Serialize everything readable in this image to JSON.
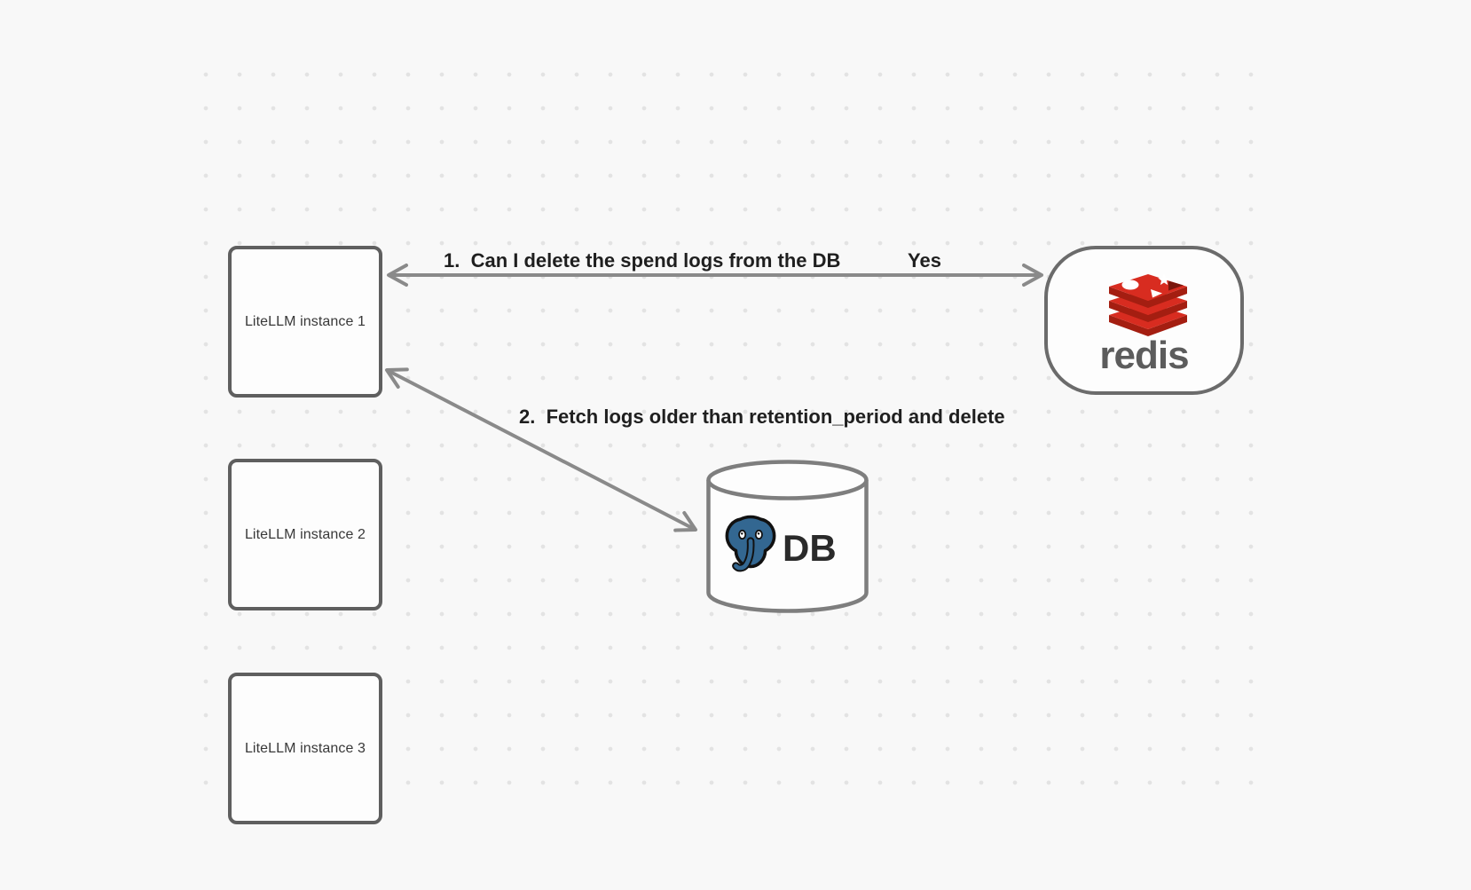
{
  "diagram": {
    "instances": [
      {
        "label": "LiteLLM instance 1"
      },
      {
        "label": "LiteLLM instance 2"
      },
      {
        "label": "LiteLLM instance 3"
      }
    ],
    "redis": {
      "wordmark": "redis"
    },
    "db": {
      "label": "DB"
    },
    "edges": {
      "edge1": {
        "label": "1.  Can I delete the spend logs from the DB",
        "response": "Yes"
      },
      "edge2": {
        "label": "2.  Fetch logs older than retention_period and delete"
      }
    }
  },
  "icons": {
    "redis": "redis-stack-icon",
    "postgres": "postgresql-elephant-icon"
  },
  "colors": {
    "background": "#f8f8f8",
    "dot_grid": "#e3e3e3",
    "box_border": "#5f5f5f",
    "arrow": "#8a8a8a",
    "edge_label_text": "#1f1f1f",
    "redis_red": "#d82c20",
    "redis_dark_red": "#a41e11",
    "redis_wordmark": "#5c5c5c",
    "postgres_blue": "#336791"
  }
}
